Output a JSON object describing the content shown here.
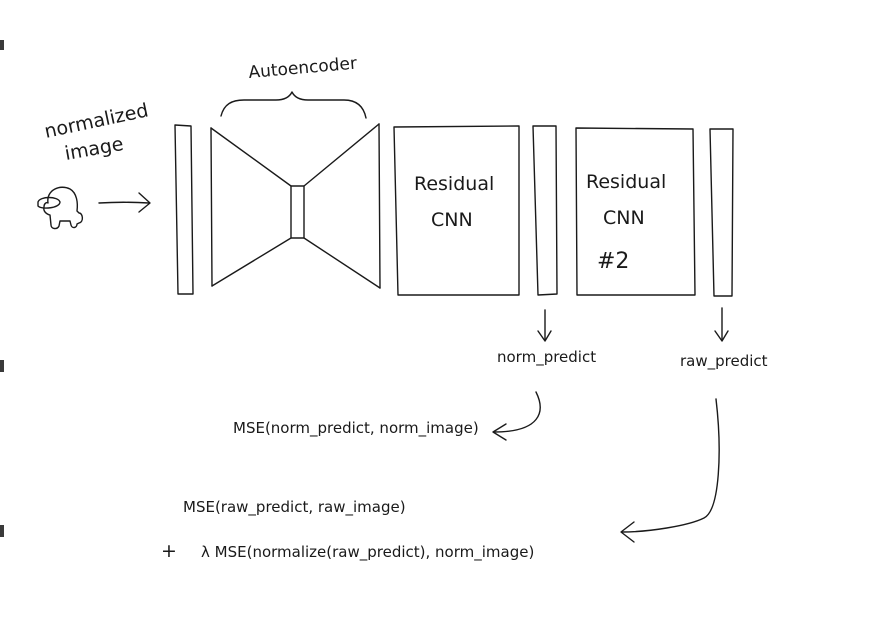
{
  "labels": {
    "input_label_line1": "normalized",
    "input_label_line2": "image",
    "autoencoder": "Autoencoder",
    "residual1_line1": "Residual",
    "residual1_line2": "CNN",
    "residual2_line1": "Residual",
    "residual2_line2": "CNN",
    "residual2_line3": "#2",
    "norm_predict": "norm_predict",
    "raw_predict": "raw_predict",
    "loss1": "MSE(norm_predict, norm_image)",
    "loss2_line1": "MSE(raw_predict, raw_image)",
    "loss2_plus": "+",
    "loss2_line2": "λ MSE(normalize(raw_predict), norm_image)"
  },
  "icons": {
    "input_image": "among-us-character-icon"
  },
  "colors": {
    "ink": "#1a1a1a",
    "background": "#ffffff"
  }
}
